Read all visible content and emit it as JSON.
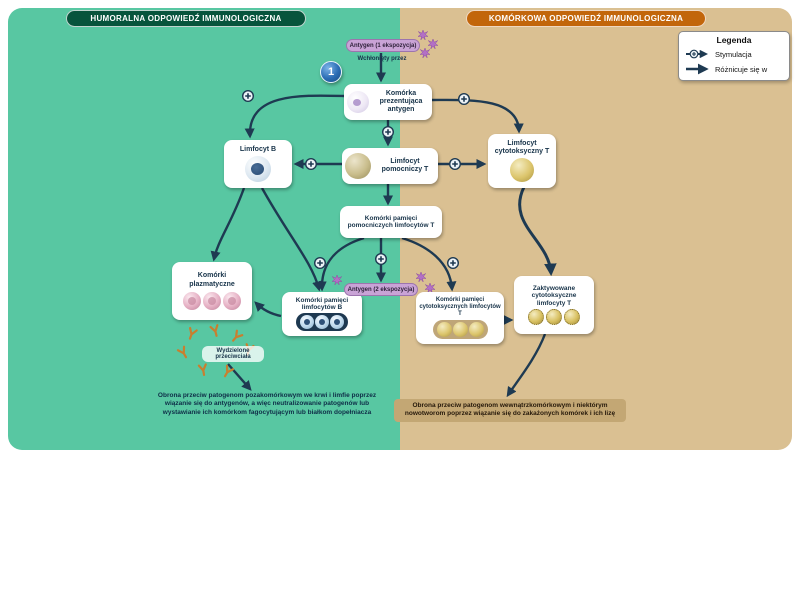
{
  "headers": {
    "humoral": "HUMORALNA ODPOWIEDŹ IMMUNOLOGICZNA",
    "cellular": "KOMÓRKOWA ODPOWIEDŹ IMMUNOLOGICZNA"
  },
  "legend": {
    "title": "Legenda",
    "items": [
      {
        "label": "Stymulacja",
        "icon": "stimulation-arrow-icon"
      },
      {
        "label": "Różnicuje się w",
        "icon": "differentiation-arrow-icon"
      }
    ]
  },
  "badges": {
    "antigen1": "Antygen (1 ekspozycja)",
    "absorbed_by": "Wchłonięty przez",
    "step1": "1",
    "antigen2": "Antygen (2 ekspozycja)"
  },
  "nodes": {
    "apc": "Komórka prezentująca antygen",
    "b_cell": "Limfocyt B",
    "helper_t": "Limfocyt pomocniczy T",
    "cytotoxic_t": "Limfocyt cytotoksyczny T",
    "memory_helper": "Komórki pamięci pomocniczych limfocytów T",
    "plasma": "Komórki plazmatyczne",
    "memory_b": "Komórki pamięci limfocytów B",
    "memory_cytotoxic": "Komórki pamięci cytotoksycznych limfocytów T",
    "activated_cytotoxic": "Zaktywowane cytotoksyczne limfocyty T",
    "antibodies": "Wydzielone przeciwciała"
  },
  "captions": {
    "humoral": "Obrona przeciw patogenom pozakomórkowym we krwi i limfie poprzez wiązanie się do antygenów, a więc neutralizowanie patogenów lub wystawianie ich komórkom fagocytującym lub białkom dopełniacza",
    "cellular": "Obrona przeciw patogenom wewnątrzkomórkowym i niektórym nowotworom poprzez wiązanie się do zakażonych komórek i ich lizę"
  },
  "colors": {
    "humoral_bg": "#58c7a2",
    "cellular_bg": "#dac092",
    "humoral_header_bg": "#07543c",
    "cellular_header_bg": "#c2660b",
    "arrow": "#1e3a52",
    "antigen_badge_bg": "#c9a3d6",
    "step_circle_bg": "#2a6cb4",
    "antibody": "#c87f2f"
  }
}
